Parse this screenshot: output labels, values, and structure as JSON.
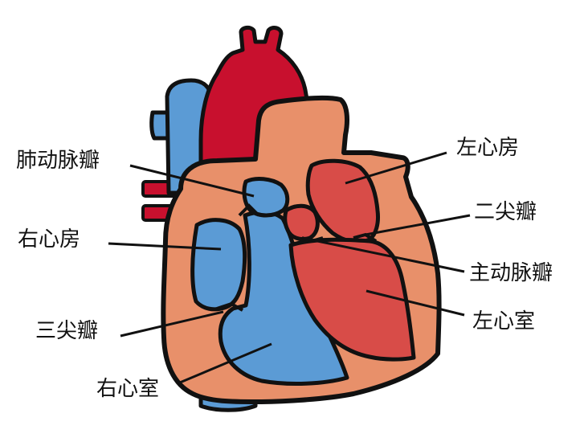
{
  "diagram": {
    "colors": {
      "deoxygenated": "#5b9bd5",
      "oxygenated_vessel": "#c8102e",
      "oxygenated_chamber": "#d84c48",
      "muscle": "#e8906a",
      "outline": "#111111",
      "background": "#ffffff"
    },
    "labels": {
      "pulmonary_valve": "肺动脉瓣",
      "left_atrium": "左心房",
      "right_atrium": "右心房",
      "mitral_valve": "二尖瓣",
      "aortic_valve": "主动脉瓣",
      "tricuspid_valve": "三尖瓣",
      "left_ventricle": "左心室",
      "right_ventricle": "右心室"
    }
  }
}
